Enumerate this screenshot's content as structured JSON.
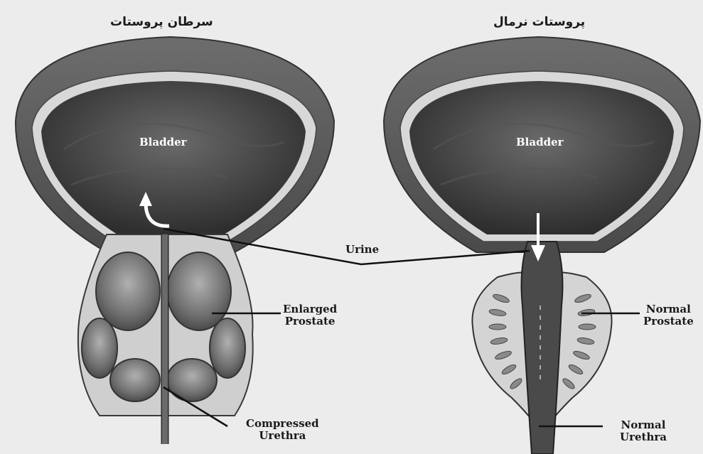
{
  "panels": {
    "left": {
      "title": "سرطان پروستات",
      "bladder": "Bladder",
      "prostate": [
        "Enlarged",
        "Prostate"
      ],
      "urethra": [
        "Compressed",
        "Urethra"
      ]
    },
    "right": {
      "title": "پروستات نرمال",
      "bladder": "Bladder",
      "prostate": [
        "Normal",
        "Prostate"
      ],
      "urethra": [
        "Normal",
        "Urethra"
      ]
    }
  },
  "shared_label": "Urine",
  "colors": {
    "background": "#ececec",
    "bladder_wall": "#5a5a5a",
    "bladder_inner": "#3b3b3b",
    "prostate": "#7a7a7a",
    "line": "#111111"
  }
}
